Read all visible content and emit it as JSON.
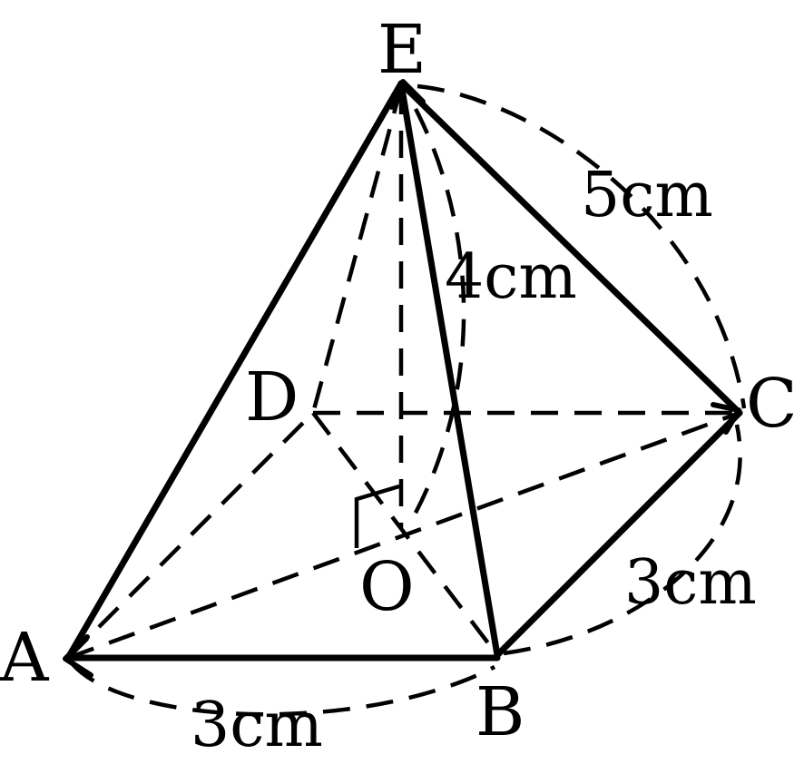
{
  "points": {
    "E": "E",
    "D": "D",
    "C": "C",
    "O": "O",
    "A": "A",
    "B": "B"
  },
  "measurements": {
    "EC": "5cm",
    "EO": "4cm",
    "BC": "3cm",
    "AB": "3cm"
  }
}
